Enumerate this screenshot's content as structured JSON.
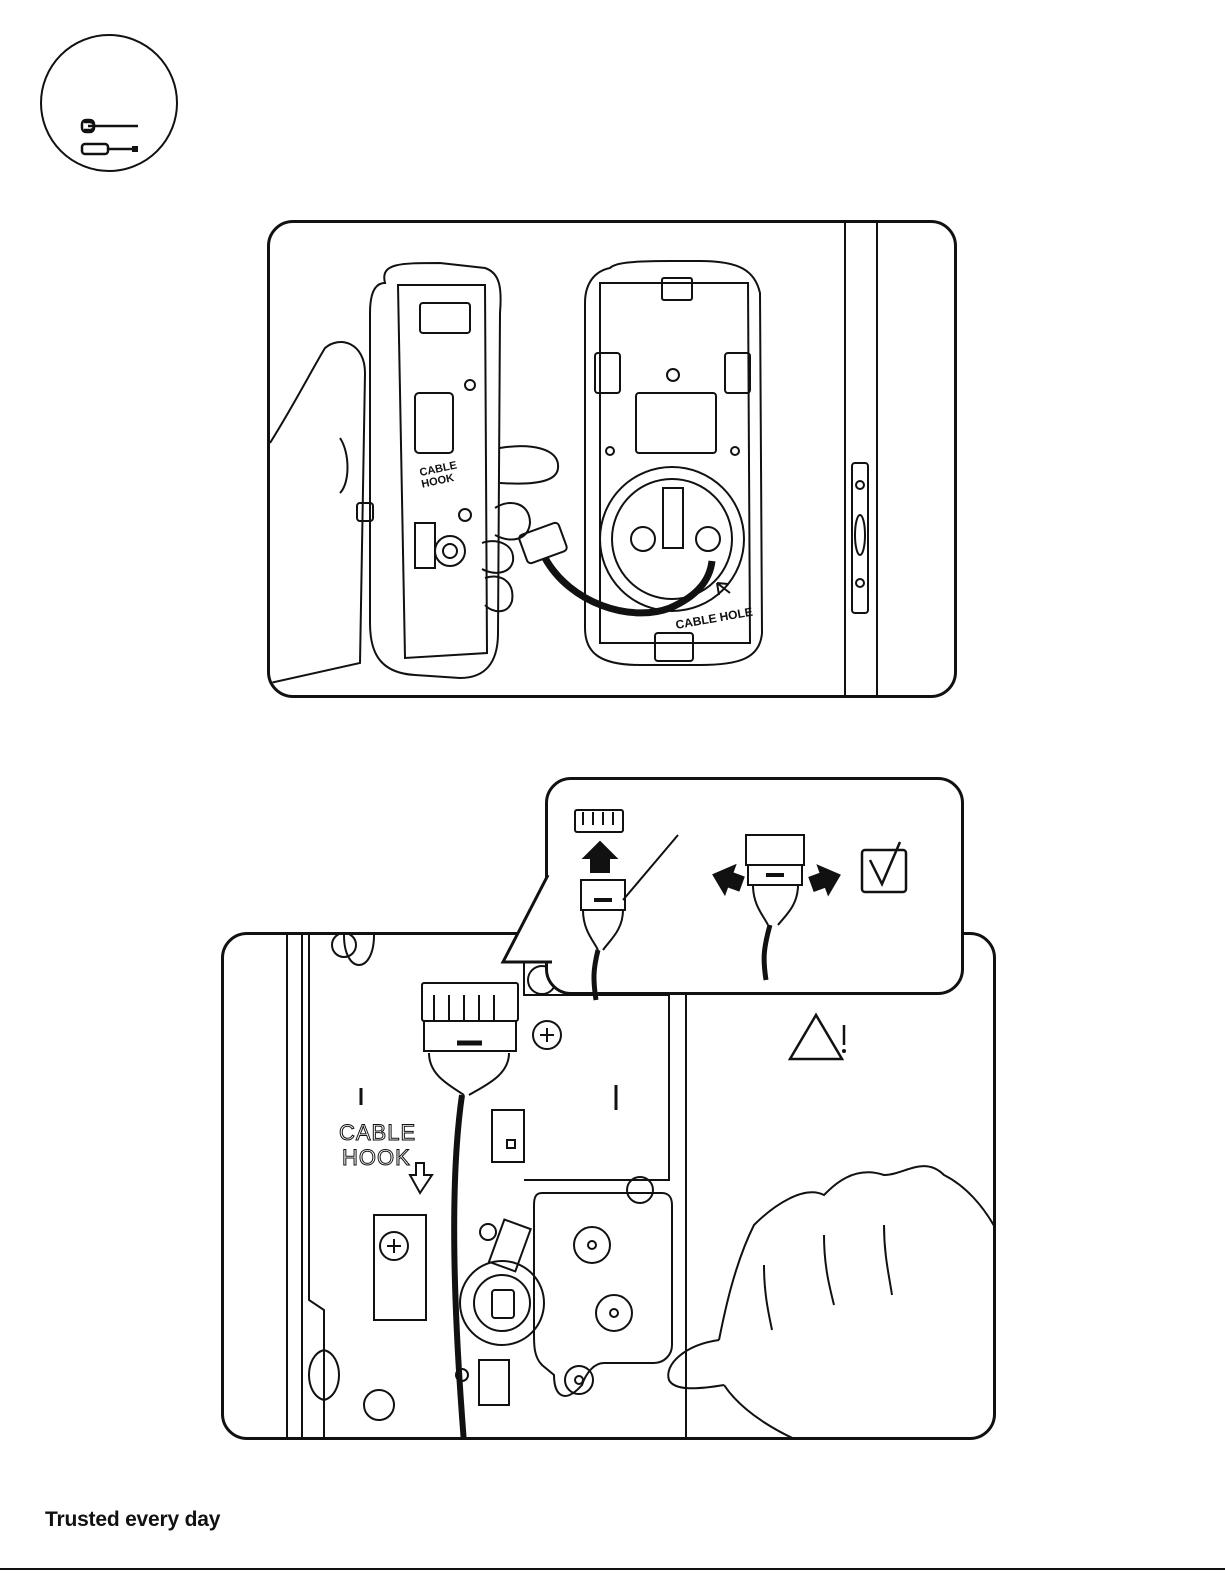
{
  "icons": {
    "tools": "wrench-and-screwdriver-icon",
    "warning": "warning-triangle-icon",
    "checkbox": "checkbox-checked-icon"
  },
  "figure1": {
    "cable_hook_label_line1": "CABLE",
    "cable_hook_label_line2": "HOOK",
    "cable_hole_label": "CABLE HOLE"
  },
  "figure2": {
    "cable_hook_label_line1": "CABLE",
    "cable_hook_label_line2": "HOOK"
  },
  "footer": {
    "tagline": "Trusted every day"
  }
}
